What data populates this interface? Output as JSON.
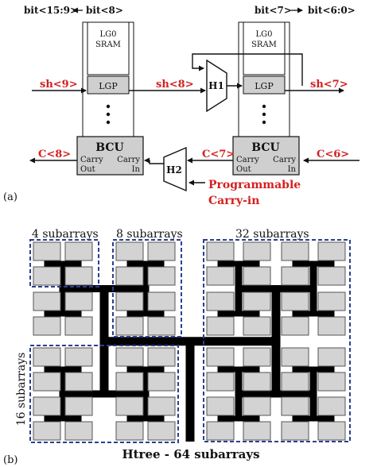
{
  "panel_a": {
    "panel_label": "(a)",
    "left_bits": {
      "hi": "bit<15:9>",
      "lo": "bit<8>"
    },
    "right_bits": {
      "hi": "bit<7>",
      "lo": "bit<6:0>"
    },
    "sram_label_1": "LG0",
    "sram_label_2": "SRAM",
    "lgp_label": "LGP",
    "bcu_label": "BCU",
    "carry_out_1": "Carry",
    "carry_out_2": "Out",
    "carry_in_1": "Carry",
    "carry_in_2": "In",
    "shift_signals": [
      "sh<9>",
      "sh<8>",
      "sh<7>"
    ],
    "carry_signals": [
      "C<8>",
      "C<7>",
      "C<6>"
    ],
    "h1_label": "H1",
    "h2_label": "H2",
    "prog_carry_1": "Programmable",
    "prog_carry_2": "Carry-in"
  },
  "panel_b": {
    "panel_label": "(b)",
    "label_4": "4 subarrays",
    "label_8": "8 subarrays",
    "label_32": "32 subarrays",
    "label_16": "16 subarrays",
    "caption": "Htree - 64 subarrays"
  },
  "colors": {
    "accent_red": "#d42020",
    "dashed_blue": "#2b3f91",
    "box_gray": "#d3d3d3"
  }
}
